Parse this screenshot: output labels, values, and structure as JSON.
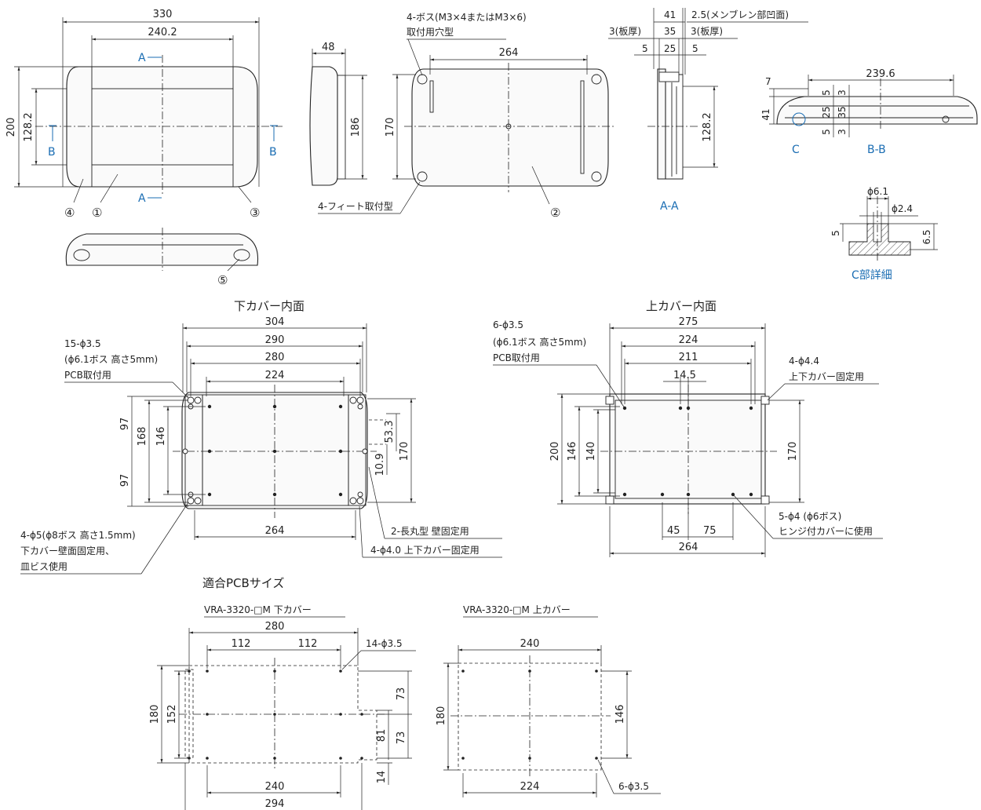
{
  "top_view": {
    "dim_width": "330",
    "dim_inner": "240.2",
    "dim_height": "200",
    "dim_inner_h": "128.2",
    "section_a_top": "A",
    "section_a_bottom": "A",
    "section_b_left": "B",
    "section_b_right": "B",
    "callouts": [
      "④",
      "①",
      "③",
      "⑤"
    ]
  },
  "side_view": {
    "dim_depth": "48",
    "dim_height": "186"
  },
  "bottom_view": {
    "label_boss_1": "4-ボス(M3×4またはM3×6)",
    "label_boss_2": "取付用穴型",
    "dim_width": "264",
    "dim_height": "170",
    "label_feet": "4-フィート取付型",
    "callout": "②"
  },
  "section_aa": {
    "dim_41": "41",
    "dim_25_note": "2.5(メンブレン部凹面)",
    "dim_3_left": "3(板厚)",
    "dim_35": "35",
    "dim_3_right": "3(板厚)",
    "dim_5_left": "5",
    "dim_25": "25",
    "dim_5_right": "5",
    "dim_128": "128.2",
    "title": "A-A"
  },
  "section_bb": {
    "dim_239": "239.6",
    "dim_7": "7",
    "dim_41": "41",
    "dim_5a": "5",
    "dim_3a": "3",
    "dim_25": "25",
    "dim_35": "35",
    "dim_5b": "5",
    "dim_3b": "3",
    "label_c": "C",
    "title": "B-B"
  },
  "detail_c": {
    "dim_61": "ϕ6.1",
    "dim_24": "ϕ2.4",
    "dim_5": "5",
    "dim_65": "6.5",
    "title": "C部詳細"
  },
  "lower_cover": {
    "title": "下カバー内面",
    "dim_304": "304",
    "dim_290": "290",
    "dim_280": "280",
    "dim_224": "224",
    "note_15_1": "15-ϕ3.5",
    "note_15_2": "(ϕ6.1ボス 高さ5mm)",
    "note_15_3": "PCB取付用",
    "dim_97a": "97",
    "dim_168": "168",
    "dim_146": "146",
    "dim_97b": "97",
    "dim_533": "53.3",
    "dim_109": "10.9",
    "dim_170": "170",
    "note_4_1": "4-ϕ5(ϕ8ボス 高さ1.5mm)",
    "note_4_2": "下カバー壁面固定用、",
    "note_4_3": "皿ビス使用",
    "dim_264": "264",
    "note_slot": "2-長丸型 壁固定用",
    "note_fix": "4-ϕ4.0 上下カバー固定用"
  },
  "upper_cover": {
    "title": "上カバー内面",
    "dim_275": "275",
    "dim_224": "224",
    "dim_211": "211",
    "dim_145": "14.5",
    "note_6_1": "6-ϕ3.5",
    "note_6_2": "(ϕ6.1ボス 高さ5mm)",
    "note_6_3": "PCB取付用",
    "note_44_1": "4-ϕ4.4",
    "note_44_2": "上下カバー固定用",
    "dim_200": "200",
    "dim_146": "146",
    "dim_140": "140",
    "dim_170": "170",
    "note_5_1": "5-ϕ4 (ϕ6ボス)",
    "note_5_2": "ヒンジ付カバーに使用",
    "dim_45": "45",
    "dim_75": "75",
    "dim_264": "264"
  },
  "pcb": {
    "title": "適合PCBサイズ",
    "lower_label": "VRA-3320-□M 下カバー",
    "upper_label": "VRA-3320-□M 上カバー",
    "l_280": "280",
    "l_112a": "112",
    "l_112b": "112",
    "l_note": "14-ϕ3.5",
    "l_180": "180",
    "l_152": "152",
    "l_73a": "73",
    "l_81": "81",
    "l_73b": "73",
    "l_14": "14",
    "l_240": "240",
    "l_294": "294",
    "u_240": "240",
    "u_180": "180",
    "u_146": "146",
    "u_224": "224",
    "u_note": "6-ϕ3.5"
  }
}
